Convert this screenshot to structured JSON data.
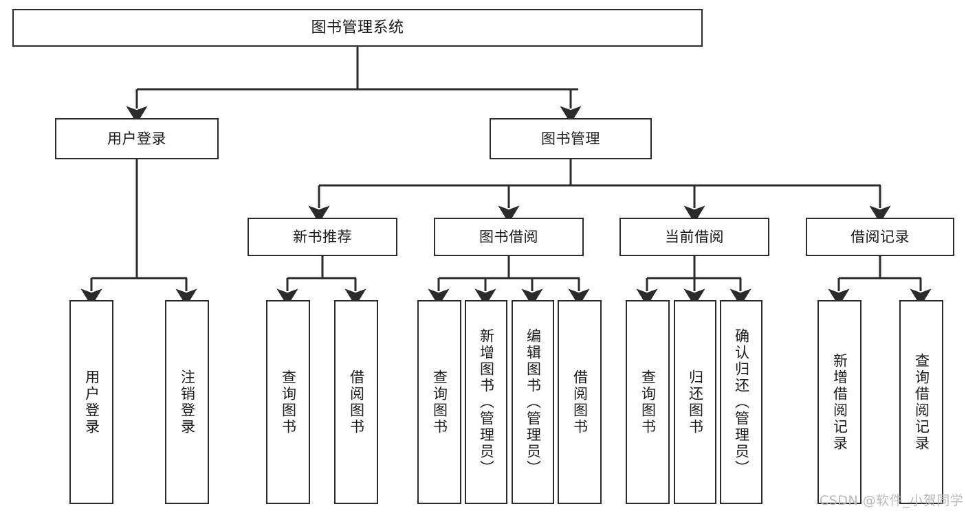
{
  "diagram": {
    "type": "tree-hierarchy-chart",
    "title": "图书管理系统",
    "watermark": "CSDN @软件_小贺同学",
    "colors": {
      "box_stroke": "#2b2b2b",
      "box_fill": "#ffffff",
      "edge": "#2b2b2b",
      "text": "#1a1a1a",
      "watermark": "#b9b9b9"
    },
    "levels": {
      "root": [
        "图书管理系统"
      ],
      "level2": [
        "用户登录",
        "图书管理"
      ],
      "level3": [
        "新书推荐",
        "图书借阅",
        "当前借阅",
        "借阅记录"
      ],
      "leaves": [
        "用户登录",
        "注销登录",
        "查询图书",
        "借阅图书",
        "查询图书",
        "新增图书（管理员）",
        "编辑图书（管理员）",
        "借阅图书",
        "查询图书",
        "归还图书",
        "确认归还（管理员）",
        "新增借阅记录",
        "查询借阅记录"
      ]
    },
    "nodes": {
      "root": {
        "label": "图书管理系统"
      },
      "user_login": {
        "label": "用户登录"
      },
      "book_manage": {
        "label": "图书管理"
      },
      "new_book_rec": {
        "label": "新书推荐"
      },
      "book_borrow": {
        "label": "图书借阅"
      },
      "current_borrow": {
        "label": "当前借阅"
      },
      "borrow_record": {
        "label": "借阅记录"
      },
      "leaf_user_login": {
        "label": "用户登录"
      },
      "leaf_logout": {
        "label": "注销登录"
      },
      "leaf_query_book_a": {
        "label": "查询图书"
      },
      "leaf_borrow_book_a": {
        "label": "借阅图书"
      },
      "leaf_query_book_b": {
        "label": "查询图书"
      },
      "leaf_add_book": {
        "label": "新增图书（管理员）"
      },
      "leaf_edit_book": {
        "label": "编辑图书（管理员）"
      },
      "leaf_borrow_book_b": {
        "label": "借阅图书"
      },
      "leaf_query_book_c": {
        "label": "查询图书"
      },
      "leaf_return_book": {
        "label": "归还图书"
      },
      "leaf_confirm_return": {
        "label": "确认归还（管理员）"
      },
      "leaf_add_record": {
        "label": "新增借阅记录"
      },
      "leaf_query_record": {
        "label": "查询借阅记录"
      }
    },
    "edges": [
      {
        "from": "root",
        "to": "user_login"
      },
      {
        "from": "root",
        "to": "book_manage"
      },
      {
        "from": "user_login",
        "to": "leaf_user_login"
      },
      {
        "from": "user_login",
        "to": "leaf_logout"
      },
      {
        "from": "book_manage",
        "to": "new_book_rec"
      },
      {
        "from": "book_manage",
        "to": "book_borrow"
      },
      {
        "from": "book_manage",
        "to": "current_borrow"
      },
      {
        "from": "book_manage",
        "to": "borrow_record"
      },
      {
        "from": "new_book_rec",
        "to": "leaf_query_book_a"
      },
      {
        "from": "new_book_rec",
        "to": "leaf_borrow_book_a"
      },
      {
        "from": "book_borrow",
        "to": "leaf_query_book_b"
      },
      {
        "from": "book_borrow",
        "to": "leaf_add_book"
      },
      {
        "from": "book_borrow",
        "to": "leaf_edit_book"
      },
      {
        "from": "book_borrow",
        "to": "leaf_borrow_book_b"
      },
      {
        "from": "current_borrow",
        "to": "leaf_query_book_c"
      },
      {
        "from": "current_borrow",
        "to": "leaf_return_book"
      },
      {
        "from": "current_borrow",
        "to": "leaf_confirm_return"
      },
      {
        "from": "borrow_record",
        "to": "leaf_add_record"
      },
      {
        "from": "borrow_record",
        "to": "leaf_query_record"
      }
    ]
  }
}
